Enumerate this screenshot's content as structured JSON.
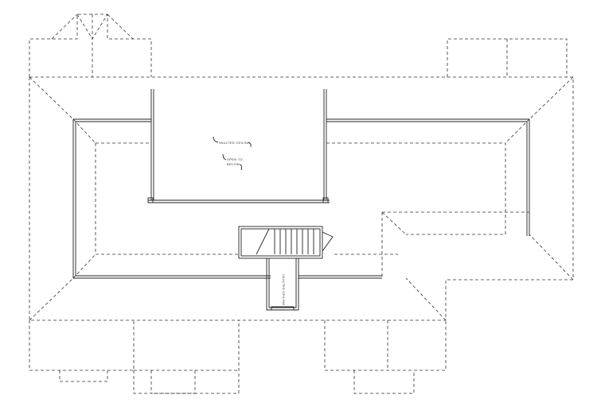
{
  "title": "Roof / Upper Floor Plan",
  "labels": {
    "vaulted": "VAULTED CEILING",
    "open_line1": "OPEN TO",
    "open_line2": "BELOW",
    "stair_note": "VAULTED CEILING"
  }
}
